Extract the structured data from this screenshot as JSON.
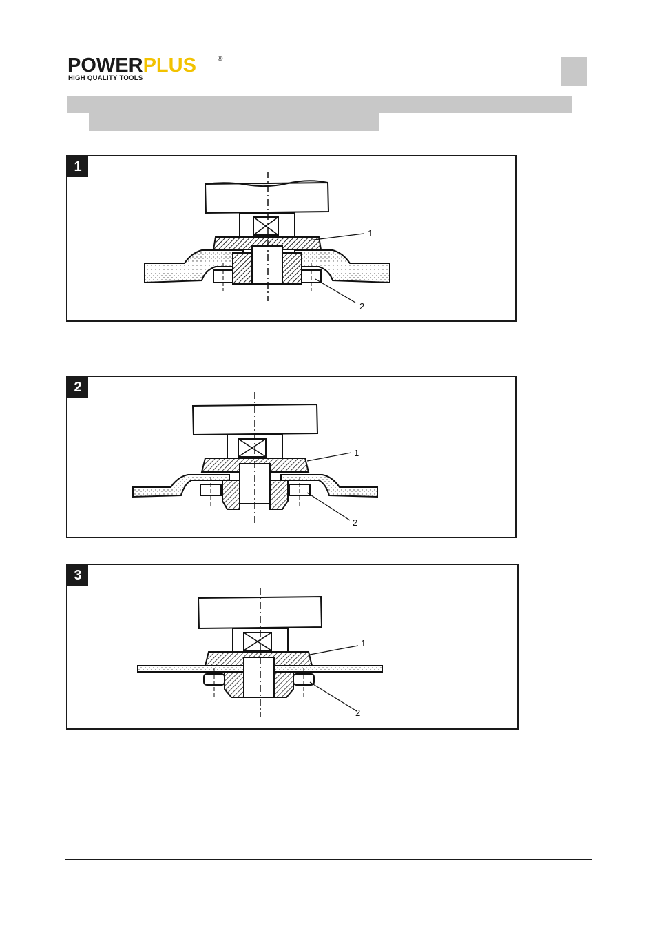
{
  "brand": {
    "name_part1": "POWER",
    "name_part2": "PLUS",
    "registered": "®",
    "tagline": "HIGH QUALITY TOOLS",
    "accent_color": "#f2c200"
  },
  "figures": [
    {
      "number": "1",
      "callout_1": "1",
      "callout_2": "2"
    },
    {
      "number": "2",
      "callout_1": "1",
      "callout_2": "2"
    },
    {
      "number": "3",
      "callout_1": "1",
      "callout_2": "2"
    }
  ]
}
